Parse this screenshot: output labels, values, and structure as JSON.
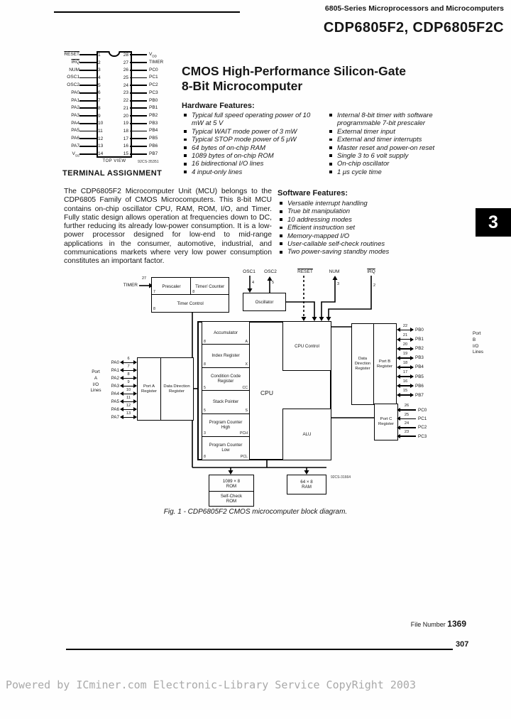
{
  "page": {
    "header": "6805-Series Microprocessors and Microcomputers",
    "title": "CDP6805F2, CDP6805F2C",
    "section_tab": "3",
    "file_number_label": "File Number",
    "file_number": "1369",
    "page_number": "307",
    "footer": "Powered by ICminer.com Electronic-Library Service CopyRight 2003"
  },
  "intro": {
    "heading_line1": "CMOS High-Performance Silicon-Gate",
    "heading_line2": "8-Bit Microcomputer",
    "description": "The CDP6805F2 Microcomputer Unit (MCU) belongs to the CDP6805 Family of CMOS Microcomputers. This 8-bit MCU contains on-chip oscillator CPU, RAM, ROM, I/O, and Timer. Fully static design allows operation at frequencies down to DC, further reducing its already low-power consumption. It is a low-power processor designed for low-end to mid-range applications in the consumer, automotive, industrial, and communications markets where very low power consumption constitutes an important factor."
  },
  "hardware_features": {
    "heading": "Hardware Features:",
    "col1": [
      "Typical full speed operating power of 10 mW at 5 V",
      "Typical WAIT mode power of 3 mW",
      "Typical STOP mode power of 5 μW",
      "64 bytes of on-chip RAM",
      "1089 bytes of on-chip ROM",
      "16 bidirectional I/O lines",
      "4 input-only lines"
    ],
    "col2": [
      "Internal 8-bit timer with software programmable 7-bit prescaler",
      "External timer input",
      "External and timer interrupts",
      "Master reset and power-on reset",
      "Single 3 to 6 volt supply",
      "On-chip oscillator",
      "1 μs cycle time"
    ]
  },
  "software_features": {
    "heading": "Software Features:",
    "items": [
      "Versatile interrupt handling",
      "True bit manipulation",
      "10 addressing modes",
      "Efficient instruction set",
      "Memory-mapped I/O",
      "User-callable self-check routines",
      "Two power-saving standby modes"
    ]
  },
  "terminal_assignment": {
    "title": "TERMINAL ASSIGNMENT",
    "top_view_label": "TOP VIEW",
    "drawing_code": "92CS-35351",
    "pins": [
      {
        "l": "RESET",
        "lsub": "",
        "a": "1",
        "b": "28",
        "r": "V",
        "rsub": "DD"
      },
      {
        "l": "IRQ",
        "lsub": "",
        "a": "2",
        "b": "27",
        "r": "TIMER",
        "rsub": ""
      },
      {
        "l": "NUM",
        "lsub": "",
        "a": "3",
        "b": "26",
        "r": "PC0",
        "rsub": ""
      },
      {
        "l": "OSC1",
        "lsub": "",
        "a": "4",
        "b": "25",
        "r": "PC1",
        "rsub": ""
      },
      {
        "l": "OSC2",
        "lsub": "",
        "a": "5",
        "b": "24",
        "r": "PC2",
        "rsub": ""
      },
      {
        "l": "PA0",
        "lsub": "",
        "a": "6",
        "b": "23",
        "r": "PC3",
        "rsub": ""
      },
      {
        "l": "PA1",
        "lsub": "",
        "a": "7",
        "b": "22",
        "r": "PB0",
        "rsub": ""
      },
      {
        "l": "PA2",
        "lsub": "",
        "a": "8",
        "b": "21",
        "r": "PB1",
        "rsub": ""
      },
      {
        "l": "PA3",
        "lsub": "",
        "a": "9",
        "b": "20",
        "r": "PB2",
        "rsub": ""
      },
      {
        "l": "PA4",
        "lsub": "",
        "a": "10",
        "b": "19",
        "r": "PB3",
        "rsub": ""
      },
      {
        "l": "PA5",
        "lsub": "",
        "a": "11",
        "b": "18",
        "r": "PB4",
        "rsub": ""
      },
      {
        "l": "PA6",
        "lsub": "",
        "a": "12",
        "b": "17",
        "r": "PB5",
        "rsub": ""
      },
      {
        "l": "PA7",
        "lsub": "",
        "a": "13",
        "b": "16",
        "r": "PB6",
        "rsub": ""
      },
      {
        "l": "V",
        "lsub": "SS",
        "a": "14",
        "b": "15",
        "r": "PB7",
        "rsub": ""
      }
    ]
  },
  "diagram": {
    "caption": "Fig. 1 - CDP6805F2 CMOS microcomputer block diagram.",
    "drawing_code": "92CS-31664",
    "signals": {
      "timer": {
        "name": "TIMER",
        "pin": "27"
      },
      "osc1": {
        "name": "OSC1",
        "pin": "4"
      },
      "osc2": {
        "name": "OSC2",
        "pin": "5"
      },
      "reset": {
        "name": "RESET"
      },
      "num": {
        "name": "NUM",
        "pin": "3"
      },
      "irq": {
        "name": "IRQ",
        "pin": "2"
      }
    },
    "boxes": {
      "prescaler": {
        "label": "Prescaler",
        "bits": "7"
      },
      "timer_counter": {
        "label": "Timer/ Counter",
        "bits": "8"
      },
      "timer_control": {
        "label": "Timer Control",
        "bits": "8"
      },
      "oscillator": "Oscillator",
      "cpu_control": "CPU Control",
      "cpu": "CPU",
      "alu": "ALU",
      "port_a_register": "Port A Register",
      "data_direction_a": "Data Direction Register",
      "data_direction_b": "Data Direction Register",
      "port_b_register": "Port B Register",
      "port_c_register": "Port C Register",
      "rom_line1": "1089 × 8",
      "rom_line2": "ROM",
      "self_check_line1": "Self-Check",
      "self_check_line2": "ROM",
      "ram_line1": "64 × 8",
      "ram_line2": "RAM"
    },
    "registers": [
      {
        "label": "Accumulator",
        "bits": "8",
        "letter": "A"
      },
      {
        "label": "Index Register",
        "bits": "8",
        "letter": "X"
      },
      {
        "label": "Condition Code Register",
        "bits": "5",
        "letter": "CC"
      },
      {
        "label": "Stack Pointer",
        "bits": "5",
        "letter": "S"
      },
      {
        "label": "Program Counter High",
        "bits": "3",
        "letter": "PCH"
      },
      {
        "label": "Program Counter Low",
        "bits": "8",
        "letter": "PCL"
      }
    ],
    "port_a_label": [
      "Port",
      "A",
      "I/O",
      "Lines"
    ],
    "port_b_label": [
      "Port",
      "B",
      "I/O",
      "Lines"
    ],
    "port_a_pins": [
      {
        "name": "PA0",
        "pin": "6"
      },
      {
        "name": "PA1",
        "pin": "7"
      },
      {
        "name": "PA2",
        "pin": "8"
      },
      {
        "name": "PA3",
        "pin": "9"
      },
      {
        "name": "PA4",
        "pin": "10"
      },
      {
        "name": "PA5",
        "pin": "11"
      },
      {
        "name": "PA6",
        "pin": "12"
      },
      {
        "name": "PA7",
        "pin": "13"
      }
    ],
    "port_b_pins": [
      {
        "pin": "22",
        "name": "PB0"
      },
      {
        "pin": "21",
        "name": "PB1"
      },
      {
        "pin": "20",
        "name": "PB2"
      },
      {
        "pin": "19",
        "name": "PB3"
      },
      {
        "pin": "18",
        "name": "PB4"
      },
      {
        "pin": "17",
        "name": "PB5"
      },
      {
        "pin": "16",
        "name": "PB6"
      },
      {
        "pin": "15",
        "name": "PB7"
      }
    ],
    "port_c_pins": [
      {
        "pin": "26",
        "name": "PC0"
      },
      {
        "pin": "25",
        "name": "PC1"
      },
      {
        "pin": "24",
        "name": "PC2"
      },
      {
        "pin": "23",
        "name": "PC3"
      }
    ]
  }
}
